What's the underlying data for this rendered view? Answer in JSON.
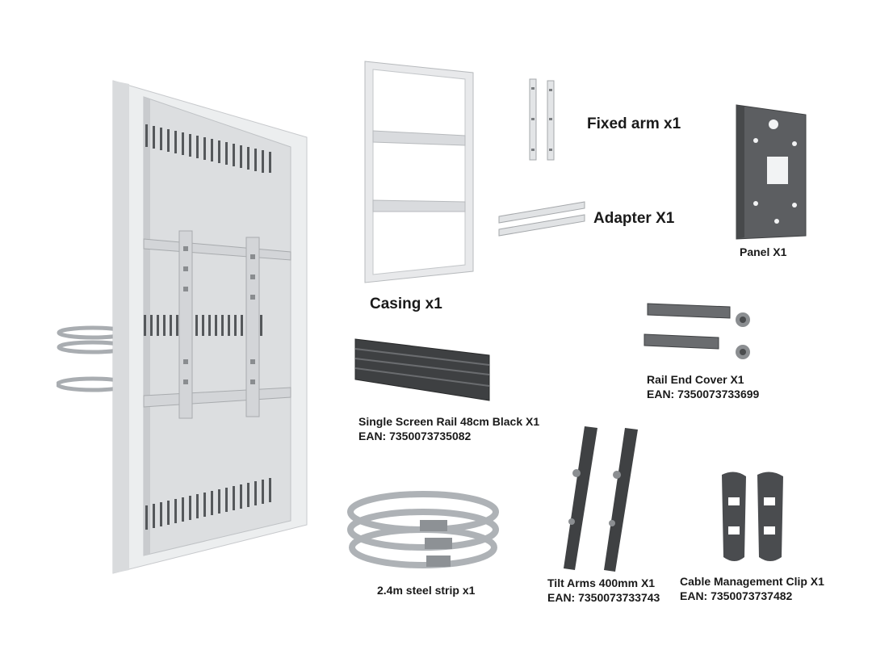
{
  "items": {
    "fixed_arm": {
      "name": "Fixed arm x1"
    },
    "adapter": {
      "name": "Adapter X1"
    },
    "panel": {
      "name": "Panel X1"
    },
    "casing": {
      "name": "Casing x1"
    },
    "rail_end_cover": {
      "name": "Rail End Cover X1",
      "ean": "EAN: 7350073733699"
    },
    "single_screen_rail": {
      "name": "Single Screen Rail 48cm Black X1",
      "ean": "EAN: 7350073735082"
    },
    "steel_strip": {
      "name": "2.4m steel strip x1"
    },
    "tilt_arms": {
      "name": "Tilt Arms 400mm X1",
      "ean": "EAN: 7350073733743"
    },
    "cable_clip": {
      "name": "Cable Management Clip X1",
      "ean": "EAN: 7350073737482"
    }
  },
  "colors": {
    "casing_white": "#e9eaec",
    "casing_shadow": "#c9cbce",
    "metal_dark": "#58595b",
    "metal_light": "#d8d9db",
    "steel": "#b8bcc0",
    "text": "#1a1a1a"
  }
}
